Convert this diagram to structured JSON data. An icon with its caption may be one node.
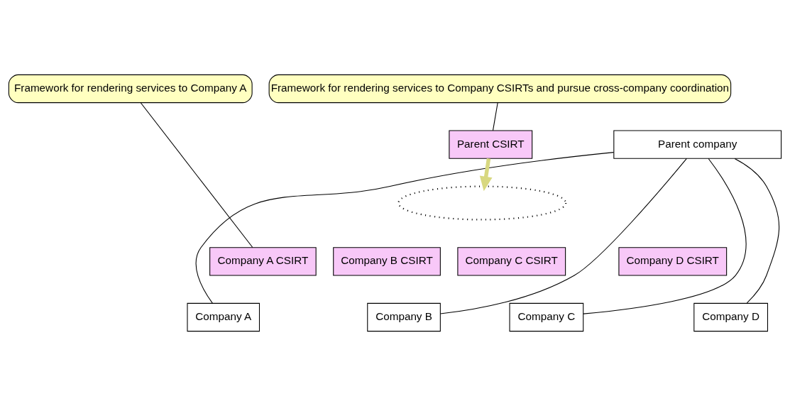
{
  "diagram": {
    "nodes": [
      {
        "text": [
          "Parent company"
        ]
      },
      {
        "text": [
          "Parent CSIRT"
        ]
      },
      {
        "text": [
          "Framework for rendering services to Company A"
        ]
      },
      {
        "text": [
          "Framework for rendering services to Company CSIRTs and pursue cross-company coordination"
        ]
      },
      {
        "text": [],
        "shape": "ellipse"
      },
      {
        "text": [
          "Company A CSIRT"
        ]
      },
      {
        "text": [
          "Company A"
        ]
      },
      {
        "text": [
          "Company B CSIRT"
        ]
      },
      {
        "text": [
          "Company B"
        ]
      },
      {
        "text": [
          "Company C CSIRT"
        ]
      },
      {
        "text": [
          "Company C"
        ]
      },
      {
        "text": [
          "Company D CSIRT"
        ]
      },
      {
        "text": [
          "Company D"
        ]
      }
    ],
    "edges": [
      {
        "from": 0,
        "to": 6,
        "arrow": "none"
      },
      {
        "from": 0,
        "to": 8,
        "arrow": "none"
      },
      {
        "from": 0,
        "to": 10,
        "arrow": "none"
      },
      {
        "from": 0,
        "to": 12,
        "arrow": "none"
      },
      {
        "from": 1,
        "to": 4,
        "arrow": "to",
        "style": "thick",
        "color": "#d8d880"
      },
      {
        "from": 2,
        "to": 5,
        "arrow": "none"
      },
      {
        "from": 3,
        "to": 1,
        "arrow": "none"
      }
    ]
  }
}
